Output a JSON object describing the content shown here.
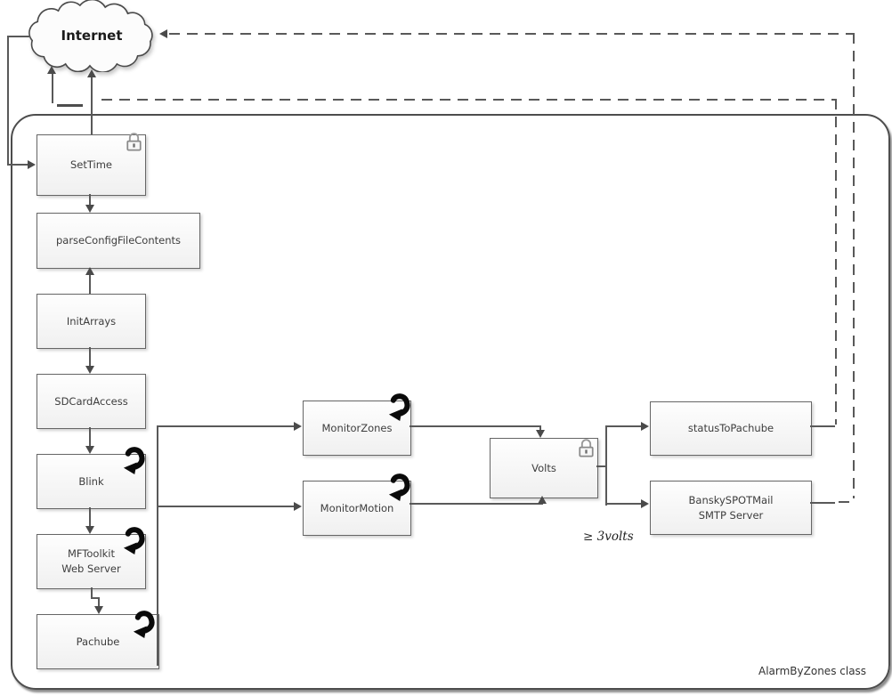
{
  "diagram": {
    "title": "AlarmByZones class",
    "cloud": {
      "label": "Internet"
    },
    "condition": {
      "label": "≥ 3volts"
    },
    "nodes": {
      "settime": {
        "label": "SetTime"
      },
      "parseconfig": {
        "label": "parseConfigFileContents"
      },
      "initarrays": {
        "label": "InitArrays"
      },
      "sdcard": {
        "label": "SDCardAccess"
      },
      "blink": {
        "label": "Blink"
      },
      "mftoolkit": {
        "label": "MFToolkit\nWeb Server"
      },
      "pachube": {
        "label": "Pachube"
      },
      "monitorzones": {
        "label": "MonitorZones"
      },
      "monitormotion": {
        "label": "MonitorMotion"
      },
      "volts": {
        "label": "Volts"
      },
      "statustopachube": {
        "label": "statusToPachube"
      },
      "banskyspotmail": {
        "label": "BanskySPOTMail\nSMTP Server"
      }
    },
    "icons": {
      "lock": "lock-icon",
      "loop": "loop-arrow-icon"
    },
    "colors": {
      "line": "#595959",
      "box_border": "#666666",
      "icon_black": "#000000",
      "class_border": "#4d4d4d"
    }
  }
}
